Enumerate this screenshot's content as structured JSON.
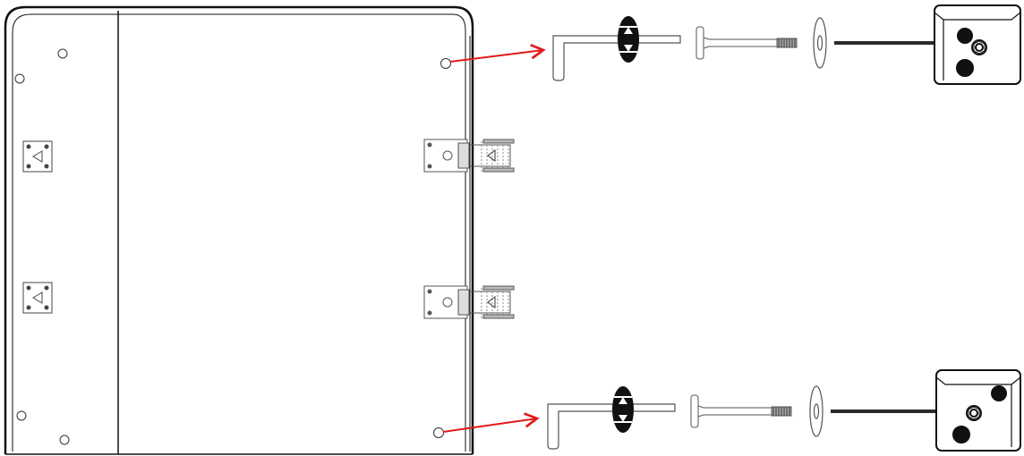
{
  "diagram": {
    "labels": [],
    "colors": {
      "line": "#111111",
      "leader_arrow": "#e01b1b",
      "insert_arrow": "#2a2a2a",
      "part_gray": "#999999",
      "part_fill": "#ffffff",
      "background": "#ffffff"
    },
    "icons": [
      "panel-outline",
      "hinge",
      "hex-key",
      "rotate-icon",
      "bolt",
      "washer",
      "corner-bracket",
      "leader-arrow",
      "insert-arrow"
    ],
    "assembly_steps": [
      {
        "parts": [
          "hex-key",
          "rotate-icon",
          "bolt",
          "washer",
          "corner-bracket"
        ],
        "position": "top"
      },
      {
        "parts": [
          "hex-key",
          "rotate-icon",
          "bolt",
          "washer",
          "corner-bracket"
        ],
        "position": "bottom"
      }
    ]
  }
}
